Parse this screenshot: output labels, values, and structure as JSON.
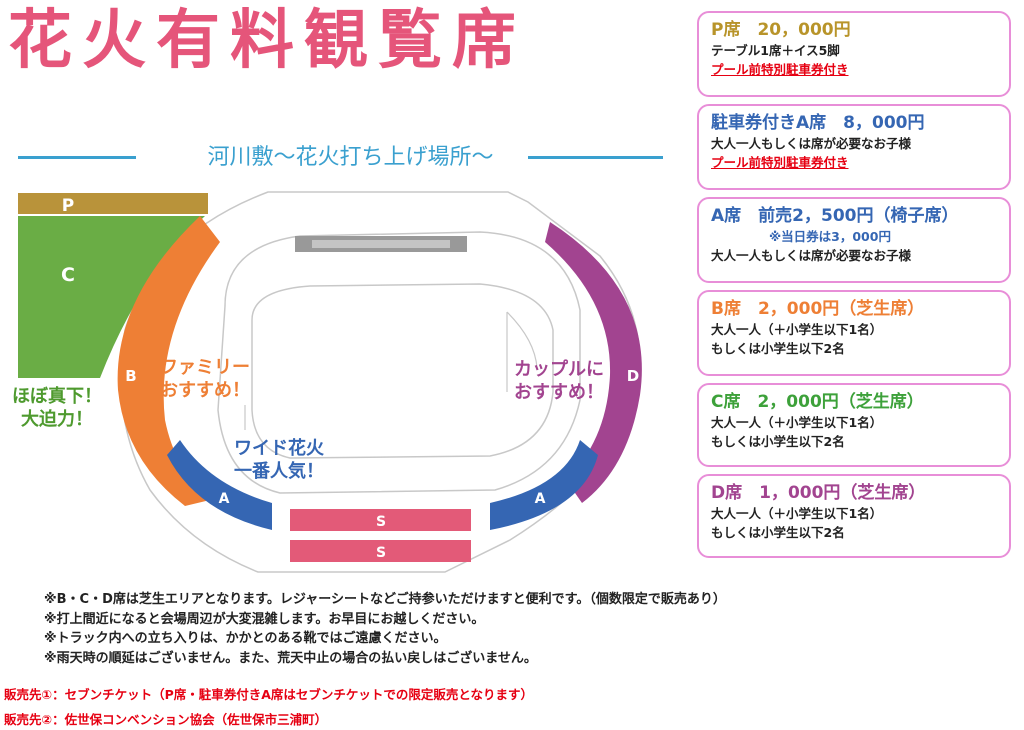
{
  "title": "花火有料観覧席",
  "river_label": "河川敷～花火打ち上げ場所～",
  "map": {
    "sections": {
      "p": "P",
      "c": "C",
      "b": "B",
      "d": "D",
      "a_left": "A",
      "a_right": "A",
      "s1": "S",
      "s2": "S"
    },
    "labels": {
      "c_callout": [
        "ほぼ真下！",
        "大迫力！"
      ],
      "family": [
        "ファミリー",
        "おすすめ！"
      ],
      "couple": [
        "カップルに",
        "おすすめ！"
      ],
      "wide": [
        "ワイド花火",
        "一番人気！"
      ]
    }
  },
  "colors": {
    "title": "#e5557a",
    "river": "#3aa0cf",
    "p": "#b9933a",
    "c": "#6aad45",
    "b": "#ee7f35",
    "d": "#a24490",
    "a": "#3566b3",
    "s": "#e35a78",
    "card_border": "#e88ed8",
    "warning": "#e60012"
  },
  "cards": [
    {
      "heading": "P席　20，000円",
      "color": "#b8942a",
      "lines": [
        "テーブル1席＋イス5脚"
      ],
      "red": "プール前特別駐車券付き"
    },
    {
      "heading": "駐車券付きA席　8，000円",
      "color": "#3566b3",
      "lines": [
        "大人一人もしくは席が必要なお子様"
      ],
      "red": "プール前特別駐車券付き"
    },
    {
      "heading": "A席　前売2，500円（椅子席）",
      "color": "#3566b3",
      "note": "※当日券は3，000円",
      "lines": [
        "大人一人もしくは席が必要なお子様"
      ]
    },
    {
      "heading": "B席　2，000円（芝生席）",
      "color": "#ee7f35",
      "lines": [
        "大人一人（＋小学生以下1名）",
        "もしくは小学生以下2名"
      ]
    },
    {
      "heading": "C席　2，000円（芝生席）",
      "color": "#3da13a",
      "lines": [
        "大人一人（＋小学生以下1名）",
        "もしくは小学生以下2名"
      ]
    },
    {
      "heading": "D席　1，000円（芝生席）",
      "color": "#a24490",
      "lines": [
        "大人一人（＋小学生以下1名）",
        "もしくは小学生以下2名"
      ]
    }
  ],
  "notes": [
    "※B・C・D席は芝生エリアとなります。レジャーシートなどご持参いただけますと便利です。（個数限定で販売あり）",
    "※打上間近になると会場周辺が大変混雑します。お早目にお越しください。",
    "※トラック内への立ち入りは、かかとのある靴ではご遠慮ください。",
    "※雨天時の順延はございません。また、荒天中止の場合の払い戻しはございません。"
  ],
  "sales": [
    "販売先①：セブンチケット（P席・駐車券付きA席はセブンチケットでの限定販売となります）",
    "販売先②：佐世保コンベンション協会（佐世保市三浦町）"
  ]
}
